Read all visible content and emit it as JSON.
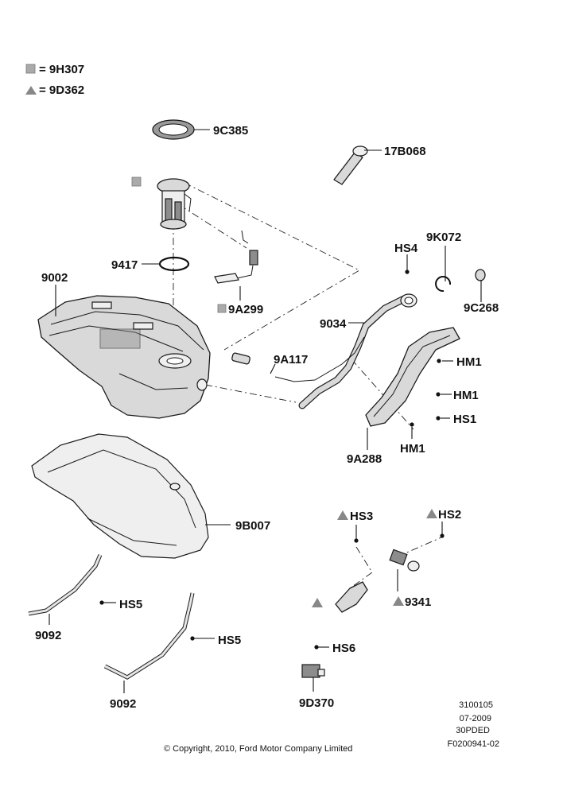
{
  "legend": [
    {
      "symbol": "square",
      "text": "= 9H307"
    },
    {
      "symbol": "triangle",
      "text": "= 9D362"
    }
  ],
  "callouts": {
    "c9C385": "9C385",
    "c17B068": "17B068",
    "c9K072": "9K072",
    "cHS4": "HS4",
    "c9C268": "9C268",
    "c9417": "9417",
    "c9002": "9002",
    "c9A299": "9A299",
    "c9034": "9034",
    "c9A117": "9A117",
    "cHM1a": "HM1",
    "cHM1b": "HM1",
    "cHS1": "HS1",
    "cHM1c": "HM1",
    "c9A288": "9A288",
    "c9B007": "9B007",
    "cHS3": "HS3",
    "cHS2": "HS2",
    "c9341": "9341",
    "cHS5a": "HS5",
    "c9092a": "9092",
    "cHS5b": "HS5",
    "c9092b": "9092",
    "cHS6": "HS6",
    "c9D370": "9D370"
  },
  "footer": {
    "id1": "3100105",
    "date": "07-2009",
    "code": "30PDED",
    "ref": "F0200941-02",
    "copyright": "© Copyright, 2010, Ford Motor Company Limited"
  }
}
